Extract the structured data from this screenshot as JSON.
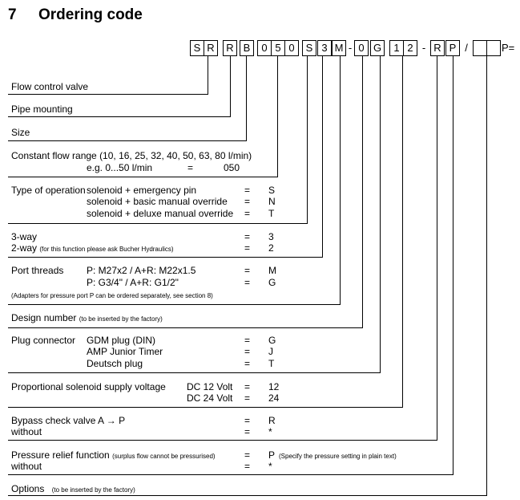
{
  "section": {
    "number": "7",
    "title": "Ordering code"
  },
  "code": {
    "chars": [
      "S",
      "R",
      "R",
      "B",
      "0",
      "5",
      "0",
      "S",
      "3",
      "M",
      "0",
      "G",
      "1",
      "2",
      "R",
      "P",
      "",
      ""
    ],
    "separators": [
      "-",
      "-",
      "-",
      "/"
    ],
    "suffix": "P="
  },
  "rows": [
    {
      "label": "Flow control valve"
    },
    {
      "label": "Pipe mounting"
    },
    {
      "label": "Size"
    },
    {
      "label": "Constant flow range (10, 16, 25, 32, 40, 50, 63, 80 l/min)",
      "example_label": "e.g. 0...50 l/min",
      "example_eq": "=",
      "example_value": "050"
    },
    {
      "label": "Type of operation",
      "options": [
        {
          "text": "solenoid + emergency pin",
          "eq": "=",
          "code": "S"
        },
        {
          "text": "solenoid + basic manual override",
          "eq": "=",
          "code": "N"
        },
        {
          "text": "solenoid + deluxe manual override",
          "eq": "=",
          "code": "T"
        }
      ]
    },
    {
      "line1": "3-way",
      "eq1": "=",
      "code1": "3",
      "line2": "2-way",
      "note2": "(for this function please ask Bucher Hydraulics)",
      "eq2": "=",
      "code2": "2"
    },
    {
      "label": "Port threads",
      "options": [
        {
          "text": "P: M27x2 / A+R: M22x1.5",
          "eq": "=",
          "code": "M"
        },
        {
          "text": "P: G3/4\" / A+R: G1/2\"",
          "eq": "=",
          "code": "G"
        }
      ],
      "note": "(Adapters for pressure port P can be ordered separately, see section 8)"
    },
    {
      "label": "Design number",
      "note": "(to be inserted by the factory)"
    },
    {
      "label": "Plug connector",
      "options": [
        {
          "text": "GDM plug (DIN)",
          "eq": "=",
          "code": "G"
        },
        {
          "text": "AMP Junior Timer",
          "eq": "=",
          "code": "J"
        },
        {
          "text": "Deutsch plug",
          "eq": "=",
          "code": "T"
        }
      ]
    },
    {
      "label": "Proportional solenoid supply voltage",
      "options": [
        {
          "text": "DC 12 Volt",
          "eq": "=",
          "code": "12"
        },
        {
          "text": "DC 24 Volt",
          "eq": "=",
          "code": "24"
        }
      ]
    },
    {
      "line1": "Bypass check valve A → P",
      "eq1": "=",
      "code1": "R",
      "line2": "without",
      "eq2": "=",
      "code2": "*"
    },
    {
      "line1": "Pressure relief function",
      "note1": "(surplus flow cannot be pressurised)",
      "eq1": "=",
      "code1": "P",
      "extra1": "(Specify the pressure setting in plain text)",
      "line2": "without",
      "eq2": "=",
      "code2": "*"
    },
    {
      "label": "Options",
      "note": "(to be inserted by the factory)"
    }
  ]
}
